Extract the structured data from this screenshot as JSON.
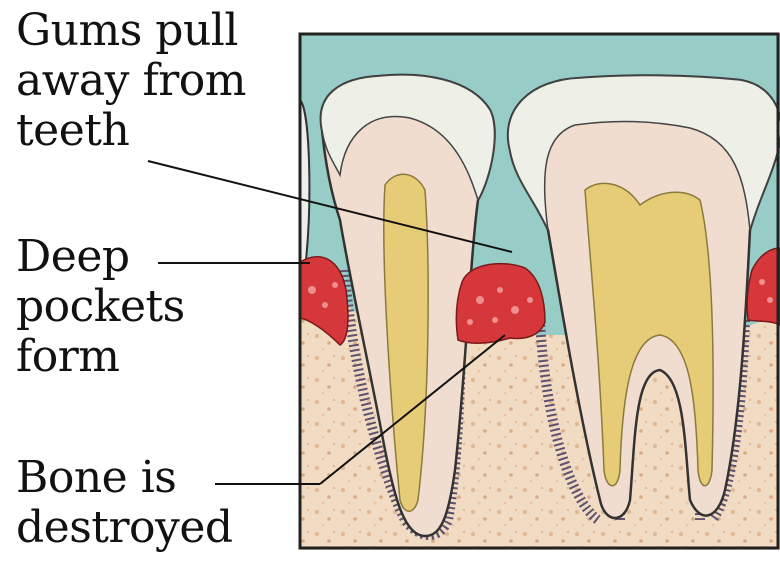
{
  "labels": {
    "gums": "Gums pull\naway from\nteeth",
    "pockets": "Deep\npockets\nform",
    "bone": "Bone is\ndestroyed"
  },
  "colors": {
    "background": "#98cdc7",
    "bone": "#f1dcc3",
    "gum": "#d6373a",
    "enamel": "#eef0e8",
    "dentin": "#f1ddd0",
    "pulp": "#e6cc77",
    "ligament": "#5f5270"
  }
}
